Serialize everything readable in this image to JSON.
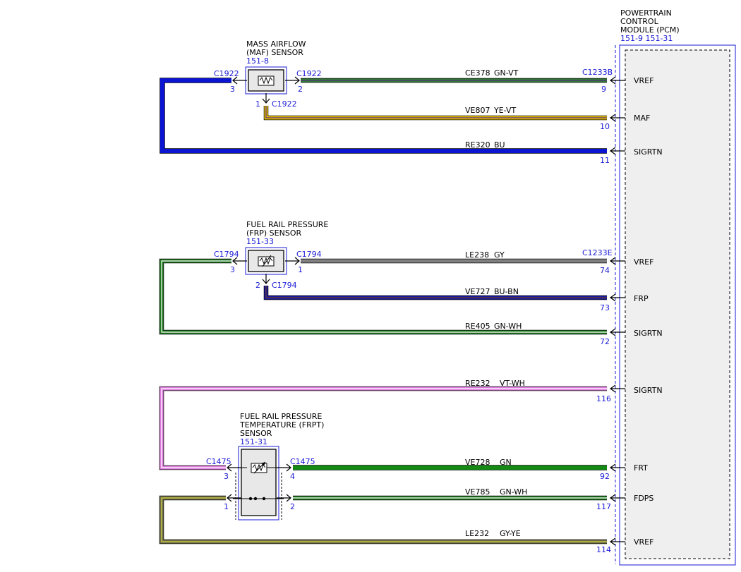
{
  "pcm": {
    "title_lines": [
      "POWERTRAIN",
      "CONTROL",
      "MODULE (PCM)"
    ],
    "ref": "151-9  151-31",
    "pins": [
      {
        "name": "VREF"
      },
      {
        "name": "MAF"
      },
      {
        "name": "SIGRTN"
      },
      {
        "name": "VREF"
      },
      {
        "name": "FRP"
      },
      {
        "name": "SIGRTN"
      },
      {
        "name": "SIGRTN"
      },
      {
        "name": "FRT"
      },
      {
        "name": "FDPS"
      },
      {
        "name": "VREF"
      }
    ]
  },
  "sensors": [
    {
      "title_lines": [
        "MASS AIRFLOW",
        "(MAF) SENSOR"
      ],
      "ref": "151-8"
    },
    {
      "title_lines": [
        "FUEL RAIL PRESSURE",
        "(FRP) SENSOR"
      ],
      "ref": "151-33"
    },
    {
      "title_lines": [
        "FUEL RAIL PRESSURE",
        "TEMPERATURE (FRPT)",
        "SENSOR"
      ],
      "ref": "151-31"
    }
  ],
  "connectors": [
    {
      "label": "C1922",
      "pin": "3"
    },
    {
      "label": "C1922",
      "pin": "2"
    },
    {
      "label": "C1922",
      "pin": "1"
    },
    {
      "label": "C1794",
      "pin": "3"
    },
    {
      "label": "C1794",
      "pin": "1"
    },
    {
      "label": "C1794",
      "pin": "2"
    },
    {
      "label": "C1475",
      "pin": "3"
    },
    {
      "label": "C1475",
      "pin": "4"
    },
    {
      "label": "",
      "pin": "1"
    },
    {
      "label": "",
      "pin": "2"
    },
    {
      "label": "C1233B",
      "pin": ""
    },
    {
      "label": "C1233E",
      "pin": ""
    }
  ],
  "wires": [
    {
      "circuit": "CE378",
      "color_code": "GN-VT",
      "pin": "9",
      "color": "#2e7d32",
      "stripe": "#5b2a86"
    },
    {
      "circuit": "VE807",
      "color_code": "YE-VT",
      "pin": "10",
      "color": "#e8c400",
      "stripe": "#5b2a86"
    },
    {
      "circuit": "RE320",
      "color_code": "BU",
      "pin": "11",
      "color": "#0a14d2",
      "stripe": ""
    },
    {
      "circuit": "LE238",
      "color_code": "GY",
      "pin": "74",
      "color": "#808080",
      "stripe": ""
    },
    {
      "circuit": "VE727",
      "color_code": "BU-BN",
      "pin": "73",
      "color": "#1a1aa8",
      "stripe": "#6b3a1a"
    },
    {
      "circuit": "RE405",
      "color_code": "GN-WH",
      "pin": "72",
      "color": "#1f7a1f",
      "stripe": "#ffffff"
    },
    {
      "circuit": "RE232",
      "color_code": "VT-WH",
      "pin": "116",
      "color": "#e07de0",
      "stripe": "#ffffff"
    },
    {
      "circuit": "VE728",
      "color_code": "GN",
      "pin": "92",
      "color": "#138a13",
      "stripe": ""
    },
    {
      "circuit": "VE785",
      "color_code": "GN-WH",
      "pin": "117",
      "color": "#1f7a1f",
      "stripe": "#ffffff"
    },
    {
      "circuit": "LE232",
      "color_code": "GY-YE",
      "pin": "114",
      "color": "#6f6f4a",
      "stripe": "#d8d040"
    }
  ],
  "colors": {
    "connector_blue": "#1a1ad6",
    "module_fill": "#efefef"
  }
}
